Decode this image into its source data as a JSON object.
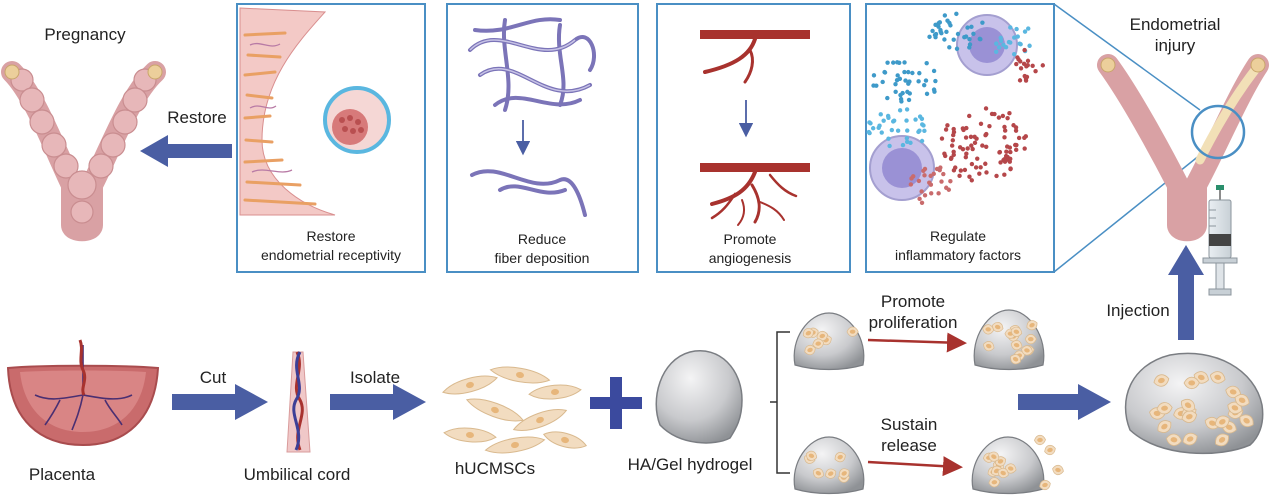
{
  "top": {
    "pregnancy": "Pregnancy",
    "restore_arrow": "Restore",
    "endometrial_injury_line1": "Endometrial",
    "endometrial_injury_line2": "injury",
    "panels": [
      {
        "line1": "Restore",
        "line2": "endometrial receptivity"
      },
      {
        "line1": "Reduce",
        "line2": "fiber deposition"
      },
      {
        "line1": "Promote",
        "line2": "angiogenesis"
      },
      {
        "line1": "Regulate",
        "line2": "inflammatory factors"
      }
    ]
  },
  "bottom": {
    "placenta": "Placenta",
    "cut": "Cut",
    "umbilical_cord": "Umbilical cord",
    "isolate": "Isolate",
    "hucmscs": "hUCMSCs",
    "hydrogel": "HA/Gel hydrogel",
    "promote_line1": "Promote",
    "promote_line2": "proliferation",
    "sustain_line1": "Sustain",
    "sustain_line2": "release",
    "injection": "Injection"
  },
  "colors": {
    "arrow_blue": "#4a5ea3",
    "panel_border": "#4a8fc4",
    "uterus_pink": "#e5b3b5",
    "vessel_red": "#a8322e",
    "fiber_purple": "#7b74b8",
    "cell_beige": "#f2dcc0",
    "hydrogel_gray": "#bfc1c4"
  }
}
